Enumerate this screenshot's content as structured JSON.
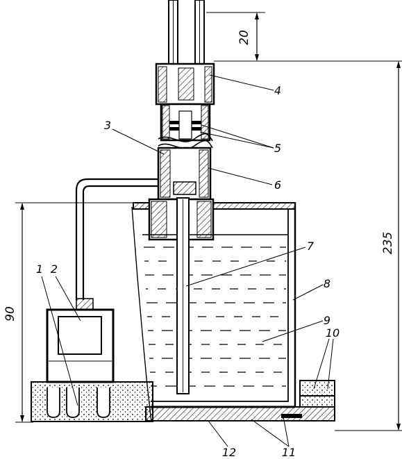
{
  "figure": {
    "labels": {
      "item_1": "1",
      "item_2": "2",
      "item_3": "3",
      "item_4": "4",
      "item_5": "5",
      "item_6": "6",
      "item_7": "7",
      "item_8": "8",
      "item_9": "9",
      "item_10": "10",
      "item_11": "11",
      "item_12": "12"
    },
    "dimensions": {
      "top_offset": "20",
      "overall_height": "235",
      "vessel_height": "90"
    }
  },
  "colors": {
    "ink": "#000000",
    "paper": "#ffffff"
  }
}
